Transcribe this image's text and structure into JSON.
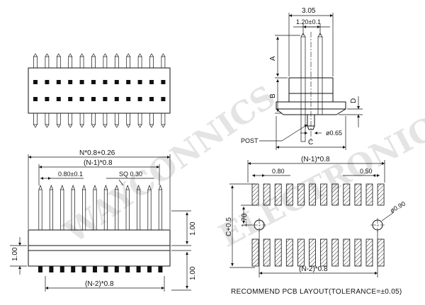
{
  "watermark": {
    "line1": "WAYCONNICS",
    "line2": "ELECTRONIC"
  },
  "side_view": {
    "width_label": "3.05",
    "pitch_label": "1.20±0.1",
    "label_a": "A",
    "label_b": "B",
    "label_c": "C",
    "label_d": "D",
    "post_label": "POST",
    "post_diameter_label": "ø0.65"
  },
  "front_view": {
    "overall_label": "N*0.8+0.26",
    "span_label": "(N-1)*0.8",
    "pitch_label": "0.80±0.1",
    "sq_label": "SQ  0.30",
    "bottom_span_label": "(N-2)*0.8",
    "insulator_height_label": "1.00",
    "left_height_label": "1.00",
    "tail_height_label": "1.00"
  },
  "pcb_layout": {
    "top_span_label": "(N-1)*0.8",
    "pitch_label": "0.80",
    "pad_width_label": "0.50",
    "row_spacing_label": "C+0.5",
    "hole_offset_label": "1.70",
    "hole_diameter_label": "ø0.90",
    "bottom_span_label": "(N-2)*0.8",
    "caption": "RECOMMEND  PCB  LAYOUT(TOLERANCE=±0.05)"
  },
  "pin_count_per_row": 12
}
